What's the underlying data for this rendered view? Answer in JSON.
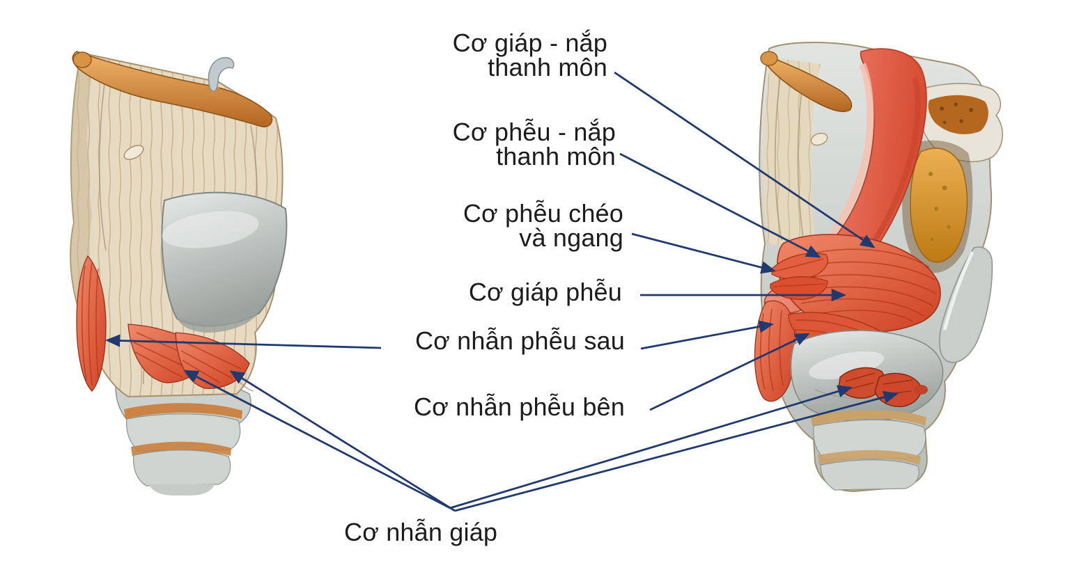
{
  "page": {
    "background": "#ffffff",
    "description_labels_language": "Vietnamese"
  },
  "colors": {
    "arrow": "#203a6f",
    "label_text": "#1c1c1c",
    "muscle_red": "#d94a2c",
    "muscle_highlight": "#f0896a",
    "cartilage_gray": "#c7ccc9",
    "membrane_cream": "#e6dac2",
    "hyoid_orange": "#c97b30",
    "epiglottis_salmon": "#e8705a",
    "fat_orange": "#d7942f"
  },
  "labels": {
    "thyroepiglottic": {
      "line1": "Cơ giáp - nắp",
      "line2": "thanh môn"
    },
    "aryepiglottic": {
      "line1": "Cơ phễu - nắp",
      "line2": "thanh môn"
    },
    "oblique_transverse_arytenoid": {
      "line1": "Cơ phễu chéo",
      "line2": "và ngang"
    },
    "thyroarytenoid": {
      "text": "Cơ giáp phễu"
    },
    "posterior_cricoarytenoid": {
      "text": "Cơ nhẫn phễu sau"
    },
    "lateral_cricoarytenoid": {
      "text": "Cơ nhẫn phễu bên"
    },
    "cricothyroid": {
      "text": "Cơ nhẫn giáp"
    }
  }
}
